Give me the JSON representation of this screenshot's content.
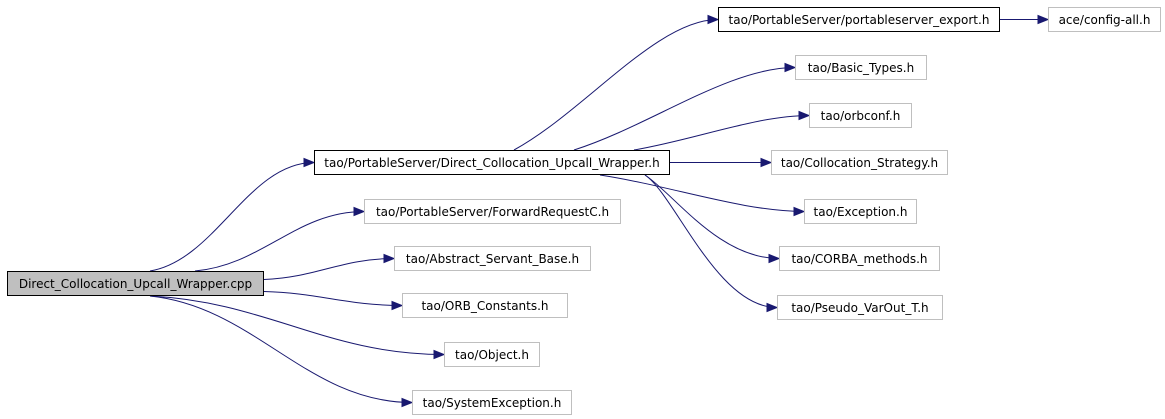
{
  "diagram": {
    "nodes": [
      {
        "id": "root",
        "label": "Direct_Collocation_Upcall_Wrapper.cpp",
        "style": "root"
      },
      {
        "id": "dcuw",
        "label": "tao/PortableServer/Direct_Collocation_Upcall_Wrapper.h",
        "style": "dark"
      },
      {
        "id": "frc",
        "label": "tao/PortableServer/ForwardRequestC.h",
        "style": "light"
      },
      {
        "id": "asb",
        "label": "tao/Abstract_Servant_Base.h",
        "style": "light"
      },
      {
        "id": "orbc",
        "label": "tao/ORB_Constants.h",
        "style": "light"
      },
      {
        "id": "obj",
        "label": "tao/Object.h",
        "style": "light"
      },
      {
        "id": "sysex",
        "label": "tao/SystemException.h",
        "style": "light"
      },
      {
        "id": "psexp",
        "label": "tao/PortableServer/portableserver_export.h",
        "style": "dark"
      },
      {
        "id": "ace",
        "label": "ace/config-all.h",
        "style": "light"
      },
      {
        "id": "basic",
        "label": "tao/Basic_Types.h",
        "style": "light"
      },
      {
        "id": "orbcf",
        "label": "tao/orbconf.h",
        "style": "light"
      },
      {
        "id": "colls",
        "label": "tao/Collocation_Strategy.h",
        "style": "light"
      },
      {
        "id": "exc",
        "label": "tao/Exception.h",
        "style": "light"
      },
      {
        "id": "corba",
        "label": "tao/CORBA_methods.h",
        "style": "light"
      },
      {
        "id": "pvo",
        "label": "tao/Pseudo_VarOut_T.h",
        "style": "light"
      }
    ],
    "edges": [
      {
        "from": "root",
        "to": "dcuw"
      },
      {
        "from": "root",
        "to": "frc"
      },
      {
        "from": "root",
        "to": "asb"
      },
      {
        "from": "root",
        "to": "orbc"
      },
      {
        "from": "root",
        "to": "obj"
      },
      {
        "from": "root",
        "to": "sysex"
      },
      {
        "from": "dcuw",
        "to": "psexp"
      },
      {
        "from": "psexp",
        "to": "ace"
      },
      {
        "from": "dcuw",
        "to": "basic"
      },
      {
        "from": "dcuw",
        "to": "orbcf"
      },
      {
        "from": "dcuw",
        "to": "colls"
      },
      {
        "from": "dcuw",
        "to": "exc"
      },
      {
        "from": "dcuw",
        "to": "corba"
      },
      {
        "from": "dcuw",
        "to": "pvo"
      }
    ],
    "colors": {
      "edge": "#191970",
      "root_fill": "#bfbfbf",
      "dark_border": "#000000",
      "light_border": "#bfbfbf"
    }
  }
}
